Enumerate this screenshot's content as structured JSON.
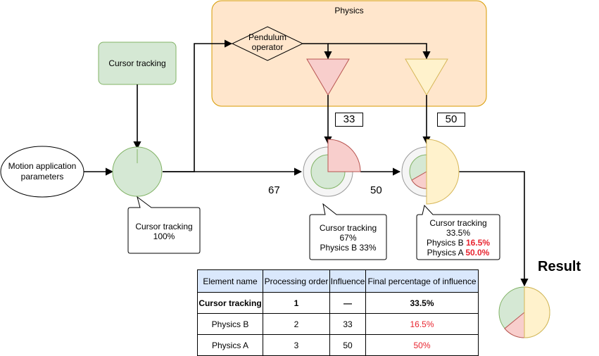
{
  "diagram": {
    "physics_group_label": "Physics",
    "pendulum_label_line1": "Pendulum",
    "pendulum_label_line2": "operator",
    "cursor_tracking_box": "Cursor tracking",
    "motion_params_line1": "Motion application",
    "motion_params_line2": "parameters",
    "box_33": "33",
    "box_50": "50",
    "flow_67": "67",
    "flow_50": "50",
    "callout1_line1": "Cursor tracking",
    "callout1_line2": "100%",
    "callout2_line1": "Cursor tracking",
    "callout2_line2": "67%",
    "callout2_line3": "Physics B 33%",
    "callout3_line1": "Cursor tracking",
    "callout3_line2": "33.5%",
    "callout3_line3_label": "Physics B ",
    "callout3_line3_value": "16.5%",
    "callout3_line4_label": "Physics A ",
    "callout3_line4_value": "50.0%",
    "result_label": "Result"
  },
  "colors": {
    "green_fill": "#d5e8d4",
    "green_stroke": "#82b366",
    "peach_fill": "#ffe6cc",
    "peach_stroke": "#d79b00",
    "pink_fill": "#f8cecc",
    "pink_stroke": "#b85450",
    "yellow_fill": "#fff2cc",
    "yellow_stroke": "#d6b656",
    "table_header": "#dae8fc",
    "red_text": "#e8242f"
  },
  "table": {
    "headers": [
      "Element name",
      "Processing order",
      "Influence",
      "Final percentage of influence"
    ],
    "rows": [
      {
        "name": "Cursor tracking",
        "order": "1",
        "influence": "—",
        "final": "33.5%"
      },
      {
        "name": "Physics B",
        "order": "2",
        "influence": "33",
        "final": "16.5%"
      },
      {
        "name": "Physics A",
        "order": "3",
        "influence": "50",
        "final": "50%"
      }
    ]
  }
}
